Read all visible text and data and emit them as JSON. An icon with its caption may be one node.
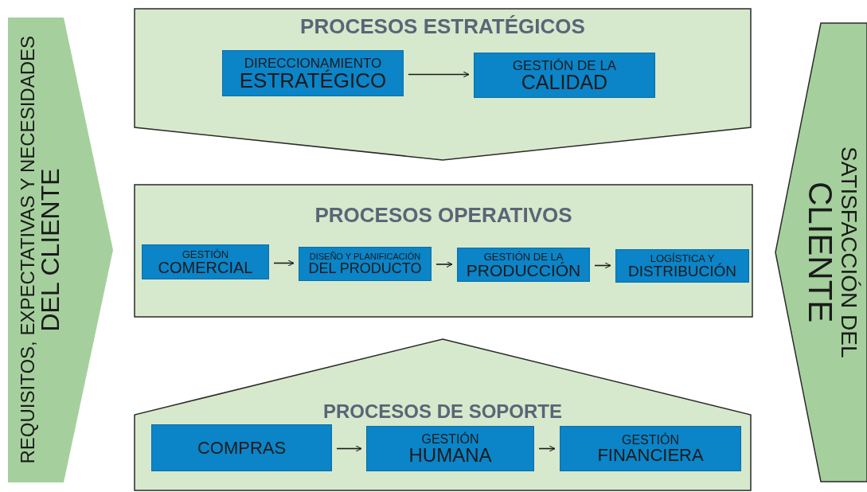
{
  "diagram": {
    "nodes": [
      {
        "text": [
          "REQUISITOS, EXPECTATIVAS Y NECESIDADES",
          "DEL CLIENTE"
        ]
      },
      {
        "text": [
          "PROCESOS ESTRATÉGICOS"
        ]
      },
      {
        "text": [
          "DIRECCIONAMIENTO",
          "ESTRATÉGICO"
        ],
        "in": 1
      },
      {
        "text": [
          "GESTIÓN DE LA",
          "CALIDAD"
        ],
        "in": 1
      },
      {
        "text": [
          "PROCESOS OPERATIVOS"
        ]
      },
      {
        "text": [
          "GESTIÓN",
          "COMERCIAL"
        ],
        "in": 4
      },
      {
        "text": [
          "DISEÑO Y PLANIFICACIÓN",
          "DEL PRODUCTO"
        ],
        "in": 4
      },
      {
        "text": [
          "GESTIÓN DE LA",
          "PRODUCCIÓN"
        ],
        "in": 4
      },
      {
        "text": [
          "LOGÍSTICA Y",
          "DISTRIBUCIÓN"
        ],
        "in": 4
      },
      {
        "text": [
          "PROCESOS DE SOPORTE"
        ]
      },
      {
        "text": [
          "COMPRAS"
        ],
        "in": 9
      },
      {
        "text": [
          "GESTIÓN",
          "HUMANA"
        ],
        "in": 9
      },
      {
        "text": [
          "GESTIÓN",
          "FINANCIERA"
        ],
        "in": 9
      },
      {
        "text": [
          "SATISFACCIÓN DEL",
          "CLIENTE"
        ]
      }
    ],
    "edges": [
      {
        "from": 2,
        "to": 3,
        "arrow": "to"
      },
      {
        "from": 5,
        "to": 6,
        "arrow": "to"
      },
      {
        "from": 6,
        "to": 7,
        "arrow": "to"
      },
      {
        "from": 7,
        "to": 8,
        "arrow": "to"
      },
      {
        "from": 10,
        "to": 11,
        "arrow": "to"
      },
      {
        "from": 11,
        "to": 12,
        "arrow": "to"
      }
    ]
  }
}
